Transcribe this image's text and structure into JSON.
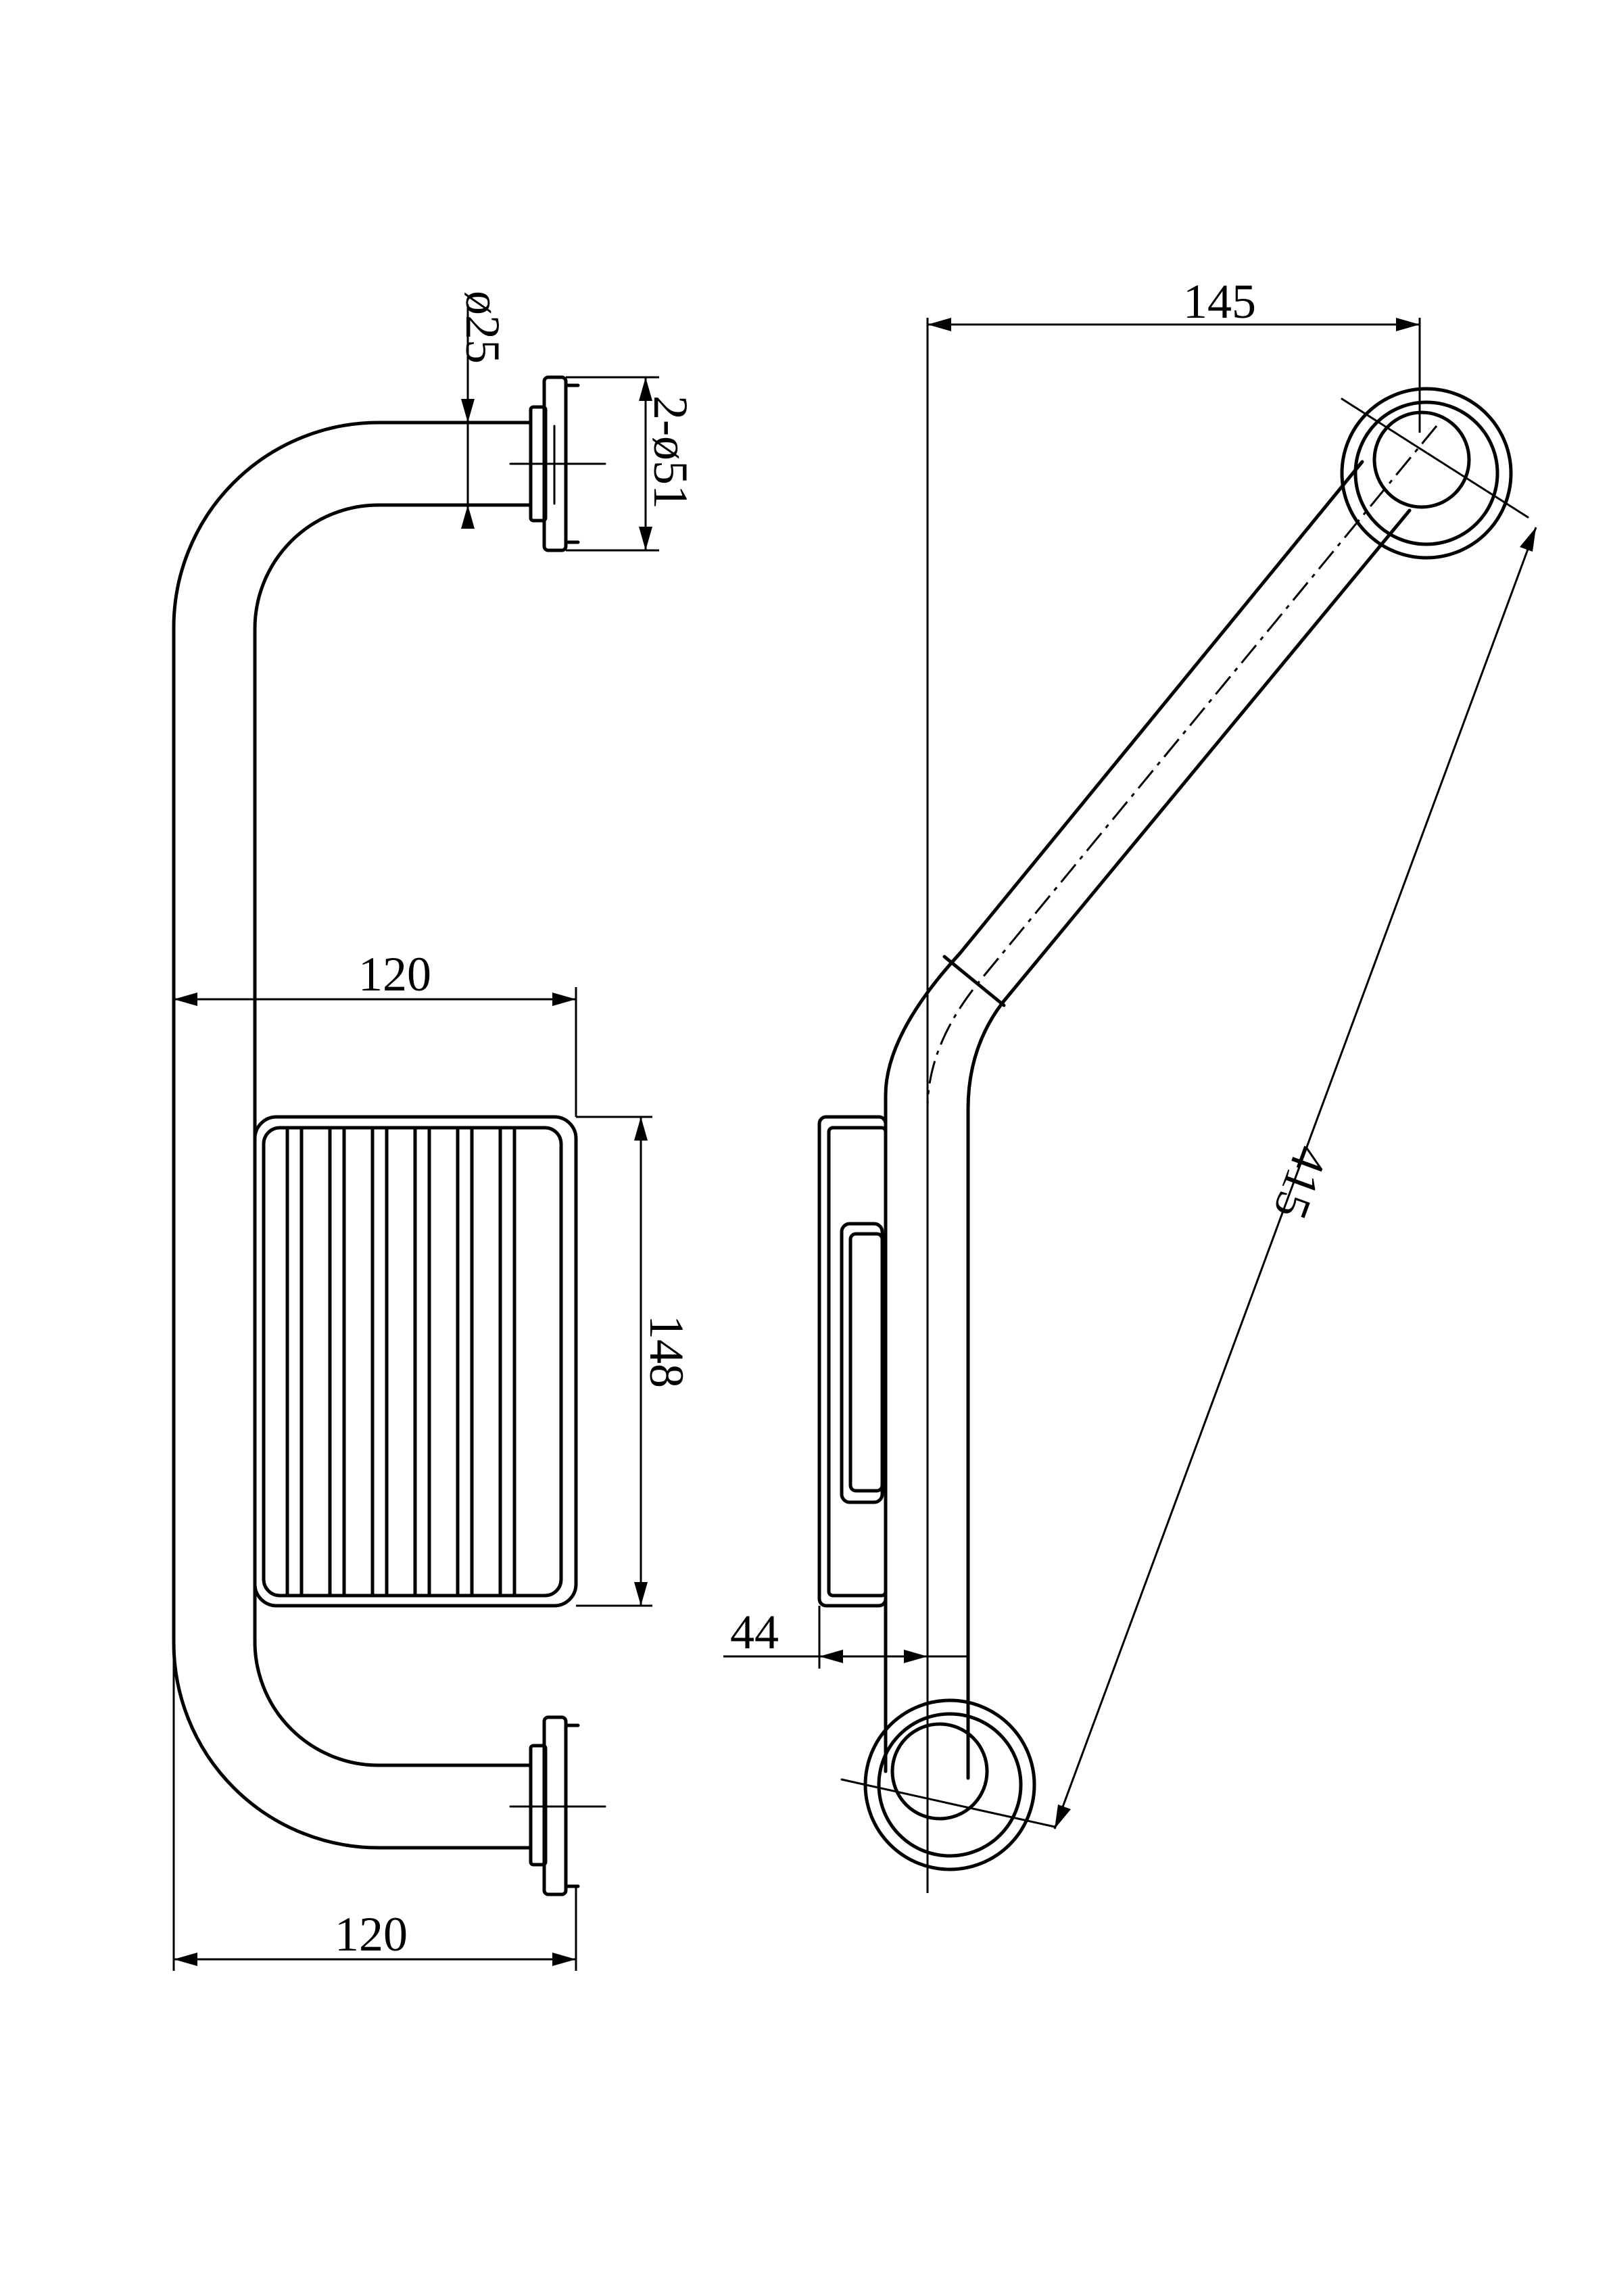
{
  "dimensions": {
    "pipe_diameter": "ø25",
    "flange_diameter": "2-ø51",
    "basket_width": "120",
    "basket_height": "148",
    "bar_width": "120",
    "projection": "145",
    "basket_depth": "44",
    "length": "415"
  },
  "colors": {
    "line": "#000000",
    "background": "#ffffff"
  }
}
